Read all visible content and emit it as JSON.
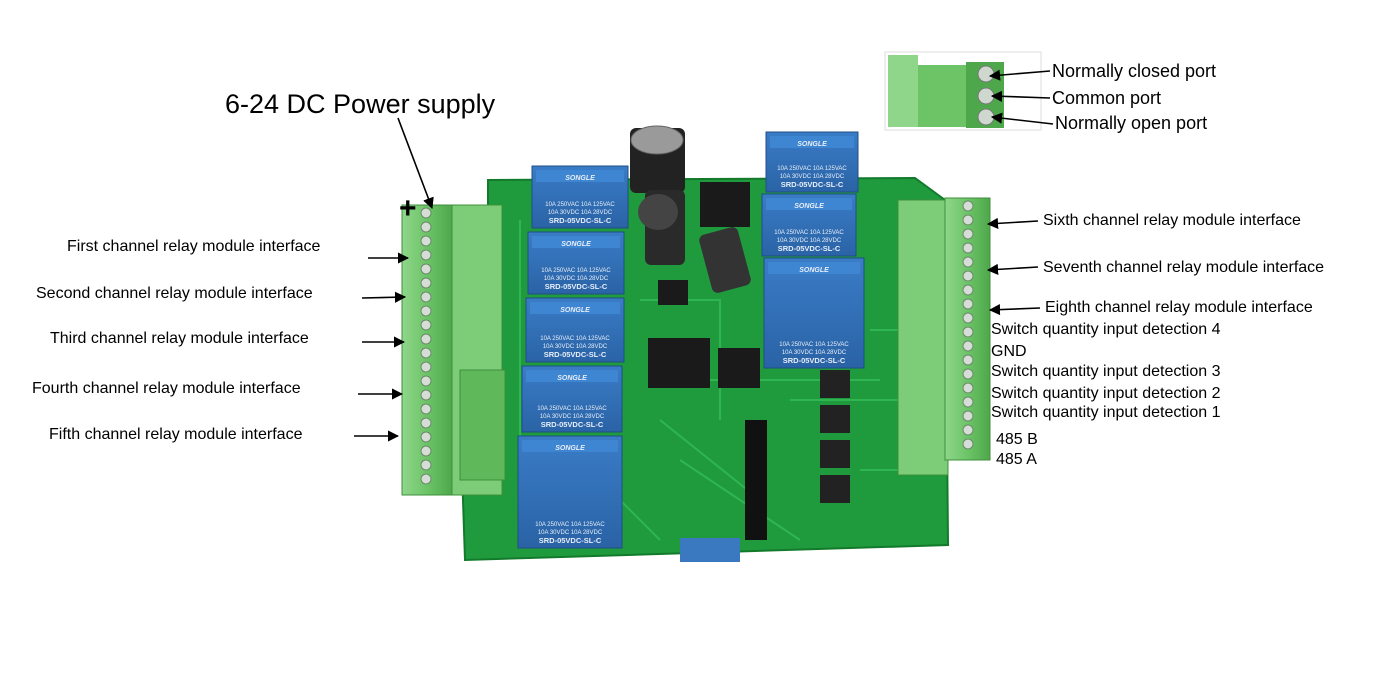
{
  "title": "6-24 DC Power supply",
  "plus_sign": "+",
  "left_labels": [
    "First channel relay module interface",
    "Second channel relay module interface",
    "Third channel relay module interface",
    "Fourth channel relay module interface",
    "Fifth channel relay module interface"
  ],
  "right_labels": [
    "Sixth channel relay module interface",
    "Seventh channel relay module interface",
    "Eighth channel relay module interface"
  ],
  "inputs": [
    "Switch quantity input detection 4",
    "GND",
    "Switch quantity input detection 3",
    "Switch quantity input detection 2",
    "Switch quantity input detection 1"
  ],
  "rs485": [
    "485 B",
    "485 A"
  ],
  "ports": [
    "Normally closed port",
    "Common port",
    "Normally open port"
  ],
  "relay": {
    "brand": "SONGLE",
    "model": "SRD-05VDC-SL-C",
    "rating1": "10A 250VAC 10A 125VAC",
    "rating2": "10A 30VDC 10A 28VDC"
  },
  "colors": {
    "pcb": "#1e9a3c",
    "terminal": "#6fc36a",
    "relay": "#2f6fb8"
  }
}
